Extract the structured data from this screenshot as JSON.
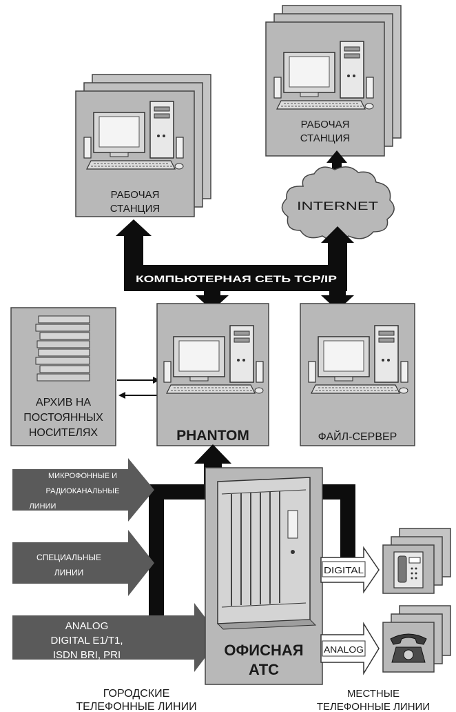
{
  "nodes": {
    "workstation_left": {
      "label_line1": "РАБОЧАЯ",
      "label_line2": "СТАНЦИЯ"
    },
    "workstation_right": {
      "label_line1": "РАБОЧАЯ",
      "label_line2": "СТАНЦИЯ"
    },
    "internet": {
      "label": "INTERNET"
    },
    "network_bus": {
      "label": "КОМПЬЮТЕРНАЯ СЕТЬ TCP/IP"
    },
    "archive": {
      "label_line1": "АРХИВ НА",
      "label_line2": "ПОСТОЯННЫХ",
      "label_line3": "НОСИТЕЛЯХ"
    },
    "phantom": {
      "label": "PHANTOM"
    },
    "file_server": {
      "label": "ФАЙЛ-СЕРВЕР"
    },
    "office_pbx": {
      "label_line1": "ОФИСНАЯ",
      "label_line2": "АТС"
    }
  },
  "inputs": {
    "microphone": {
      "line1": "МИКРОФОННЫЕ И",
      "line2": "РАДИОКАНАЛЬНЫЕ",
      "line3": "ЛИНИИ"
    },
    "special": {
      "line1": "СПЕЦИАЛЬНЫЕ",
      "line2": "ЛИНИИ"
    },
    "city": {
      "line1": "ANALOG",
      "line2": "DIGITAL E1/T1,",
      "line3": "ISDN BRI, PRI"
    }
  },
  "outputs": {
    "digital": {
      "label": "DIGITAL"
    },
    "analog": {
      "label": "ANALOG"
    }
  },
  "captions": {
    "city_lines_1": "ГОРОДСКИЕ",
    "city_lines_2": "ТЕЛЕФОННЫЕ ЛИНИИ",
    "local_lines_1": "МЕСТНЫЕ",
    "local_lines_2": "ТЕЛЕФОННЫЕ ЛИНИИ"
  },
  "colors": {
    "panel_fill": "#b8b8b8",
    "panel_stroke": "#4a4a4a",
    "arrow_dark": "#0d0d0d",
    "input_arrow": "#5a5a5a",
    "background": "#ffffff"
  }
}
